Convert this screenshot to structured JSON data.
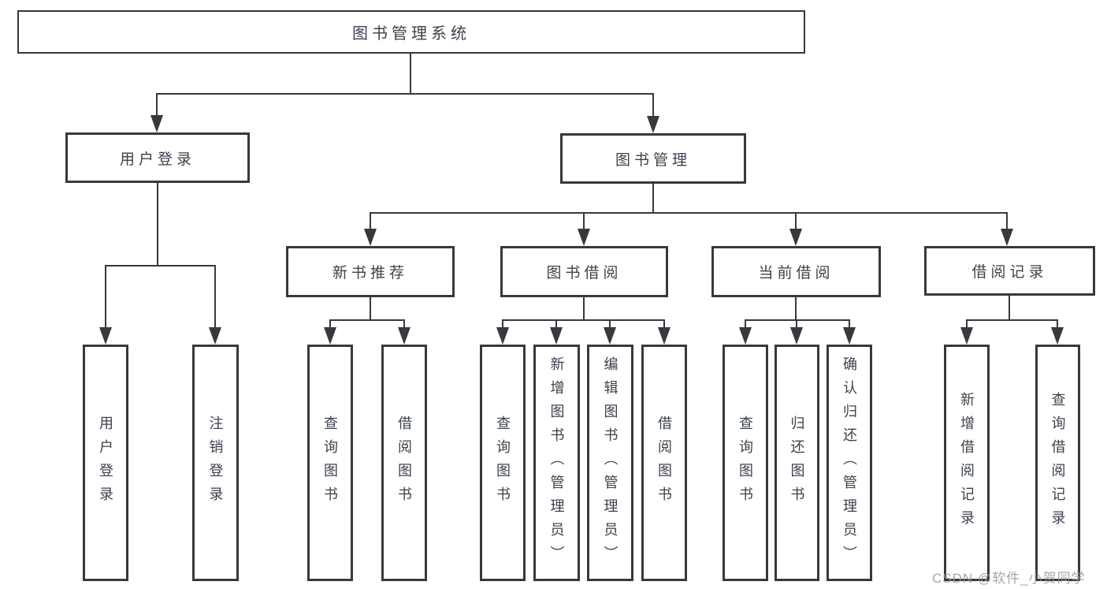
{
  "diagram": {
    "title": "图书管理系统",
    "root": {
      "label": "图书管理系统",
      "children": [
        {
          "label": "用户登录",
          "children": [
            {
              "label": "用户登录"
            },
            {
              "label": "注销登录"
            }
          ]
        },
        {
          "label": "图书管理",
          "children": [
            {
              "label": "新书推荐",
              "children": [
                {
                  "label": "查询图书"
                },
                {
                  "label": "借阅图书"
                }
              ]
            },
            {
              "label": "图书借阅",
              "children": [
                {
                  "label": "查询图书"
                },
                {
                  "label": "新增图书（管理员）"
                },
                {
                  "label": "编辑图书（管理员）"
                },
                {
                  "label": "借阅图书"
                }
              ]
            },
            {
              "label": "当前借阅",
              "children": [
                {
                  "label": "查询图书"
                },
                {
                  "label": "归还图书"
                },
                {
                  "label": "确认归还（管理员）"
                }
              ]
            },
            {
              "label": "借阅记录",
              "children": [
                {
                  "label": "新增借阅记录"
                },
                {
                  "label": "查询借阅记录"
                }
              ]
            }
          ]
        }
      ]
    }
  },
  "watermark": {
    "text": "CSDN @软件_小贺同学"
  },
  "colors": {
    "line": "#36393d",
    "text": "#3c424d",
    "background": "#ffffff",
    "watermark": "#94989e"
  }
}
